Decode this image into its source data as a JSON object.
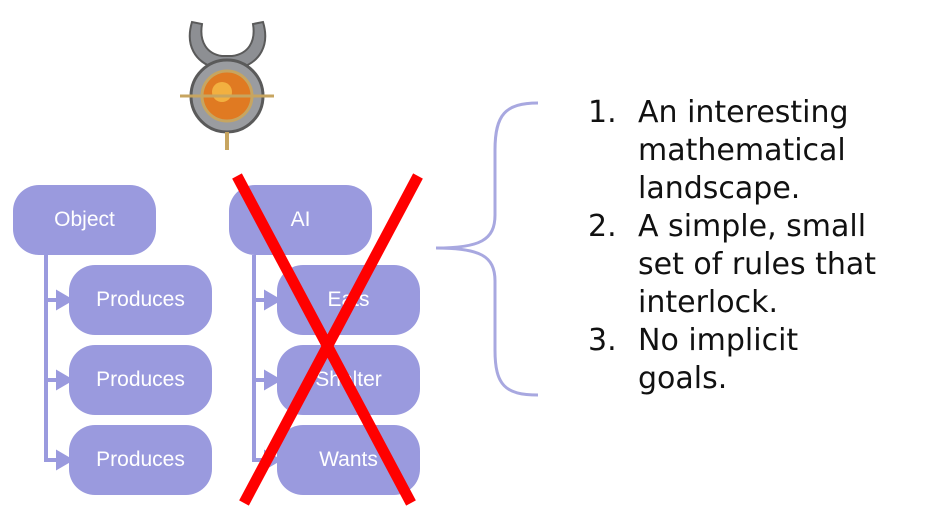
{
  "diagram": {
    "left": {
      "root": "Object",
      "children": [
        "Produces",
        "Produces",
        "Produces"
      ]
    },
    "right": {
      "root": "AI",
      "children": [
        "Eats",
        "Shelter",
        "Wants"
      ],
      "crossed_out": true
    }
  },
  "list": [
    {
      "number": "1.",
      "text": "An interesting mathematical landscape."
    },
    {
      "number": "2.",
      "text": "A simple, small set of rules that interlock."
    },
    {
      "number": "3.",
      "text": "No implicit goals."
    }
  ],
  "colors": {
    "box": "#9a9ade",
    "cross": "#ff0000"
  }
}
